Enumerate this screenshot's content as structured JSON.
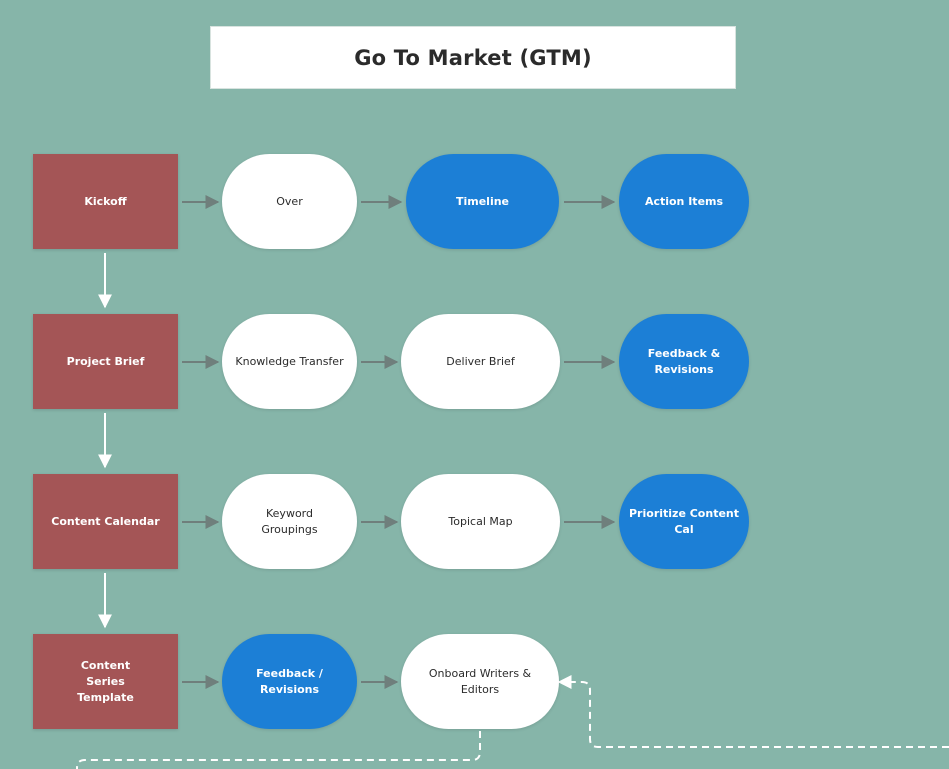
{
  "title": "Go To Market (GTM)",
  "colors": {
    "background": "#86b5a9",
    "phase": "#a45556",
    "highlight": "#1c7fd6",
    "step": "#ffffff",
    "arrow": "#6f7f7c",
    "connector": "#ffffff"
  },
  "rows": [
    {
      "phase": "Kickoff",
      "steps": [
        {
          "label": "Over",
          "style": "white"
        },
        {
          "label": "Timeline",
          "style": "blue"
        },
        {
          "label": "Action Items",
          "style": "blue"
        }
      ]
    },
    {
      "phase": "Project Brief",
      "steps": [
        {
          "label": "Knowledge Transfer",
          "style": "white"
        },
        {
          "label": "Deliver Brief",
          "style": "white"
        },
        {
          "label": "Feedback & Revisions",
          "style": "blue"
        }
      ]
    },
    {
      "phase": "Content Calendar",
      "steps": [
        {
          "label": "Keyword\nGroupings",
          "style": "white"
        },
        {
          "label": "Topical Map",
          "style": "white"
        },
        {
          "label": "Prioritize Content\nCal",
          "style": "blue"
        }
      ]
    },
    {
      "phase": "Content\nSeries\nTemplate",
      "steps": [
        {
          "label": "Feedback / Revisions",
          "style": "blue"
        },
        {
          "label": "Onboard Writers & Editors",
          "style": "white"
        }
      ]
    }
  ]
}
